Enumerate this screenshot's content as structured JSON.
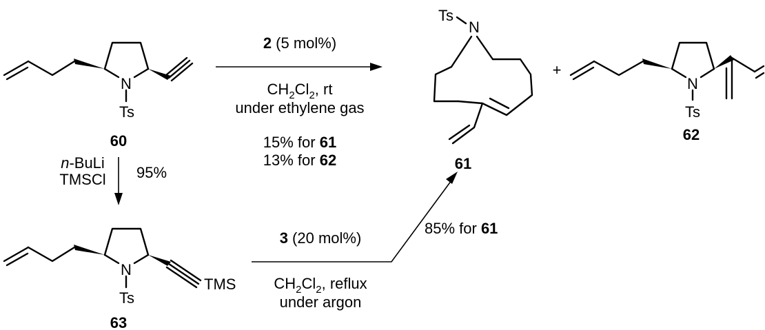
{
  "compounds": {
    "c60": "60",
    "c61": "61",
    "c62": "62",
    "c63": "63"
  },
  "atoms": {
    "n": "N",
    "ts": "Ts",
    "ts_top": "Ts",
    "tms": "TMS",
    "plus": "+"
  },
  "reaction_top": {
    "catalyst_num": "2",
    "catalyst_load": " (5 mol%)",
    "solvent_pre": "CH",
    "sub_2a": "2",
    "solvent_mid": "Cl",
    "sub_2b": "2",
    "solvent_post": ", rt",
    "atmosphere": "under ethylene gas",
    "yield1_pre": "15% for ",
    "yield1_num": "61",
    "yield2_pre": "13% for ",
    "yield2_num": "62"
  },
  "reaction_down": {
    "reagent1_prefix": "n",
    "reagent1_rest": "-BuLi",
    "reagent2": "TMSCl",
    "yield": "95%"
  },
  "reaction_bottom": {
    "catalyst_num": "3",
    "catalyst_load": " (20 mol%)",
    "solvent_pre": "CH",
    "sub_2a": "2",
    "solvent_mid": "Cl",
    "sub_2b": "2",
    "solvent_post": ", reflux",
    "atmosphere": "under argon",
    "yield_pre": "85% for ",
    "yield_num": "61"
  }
}
